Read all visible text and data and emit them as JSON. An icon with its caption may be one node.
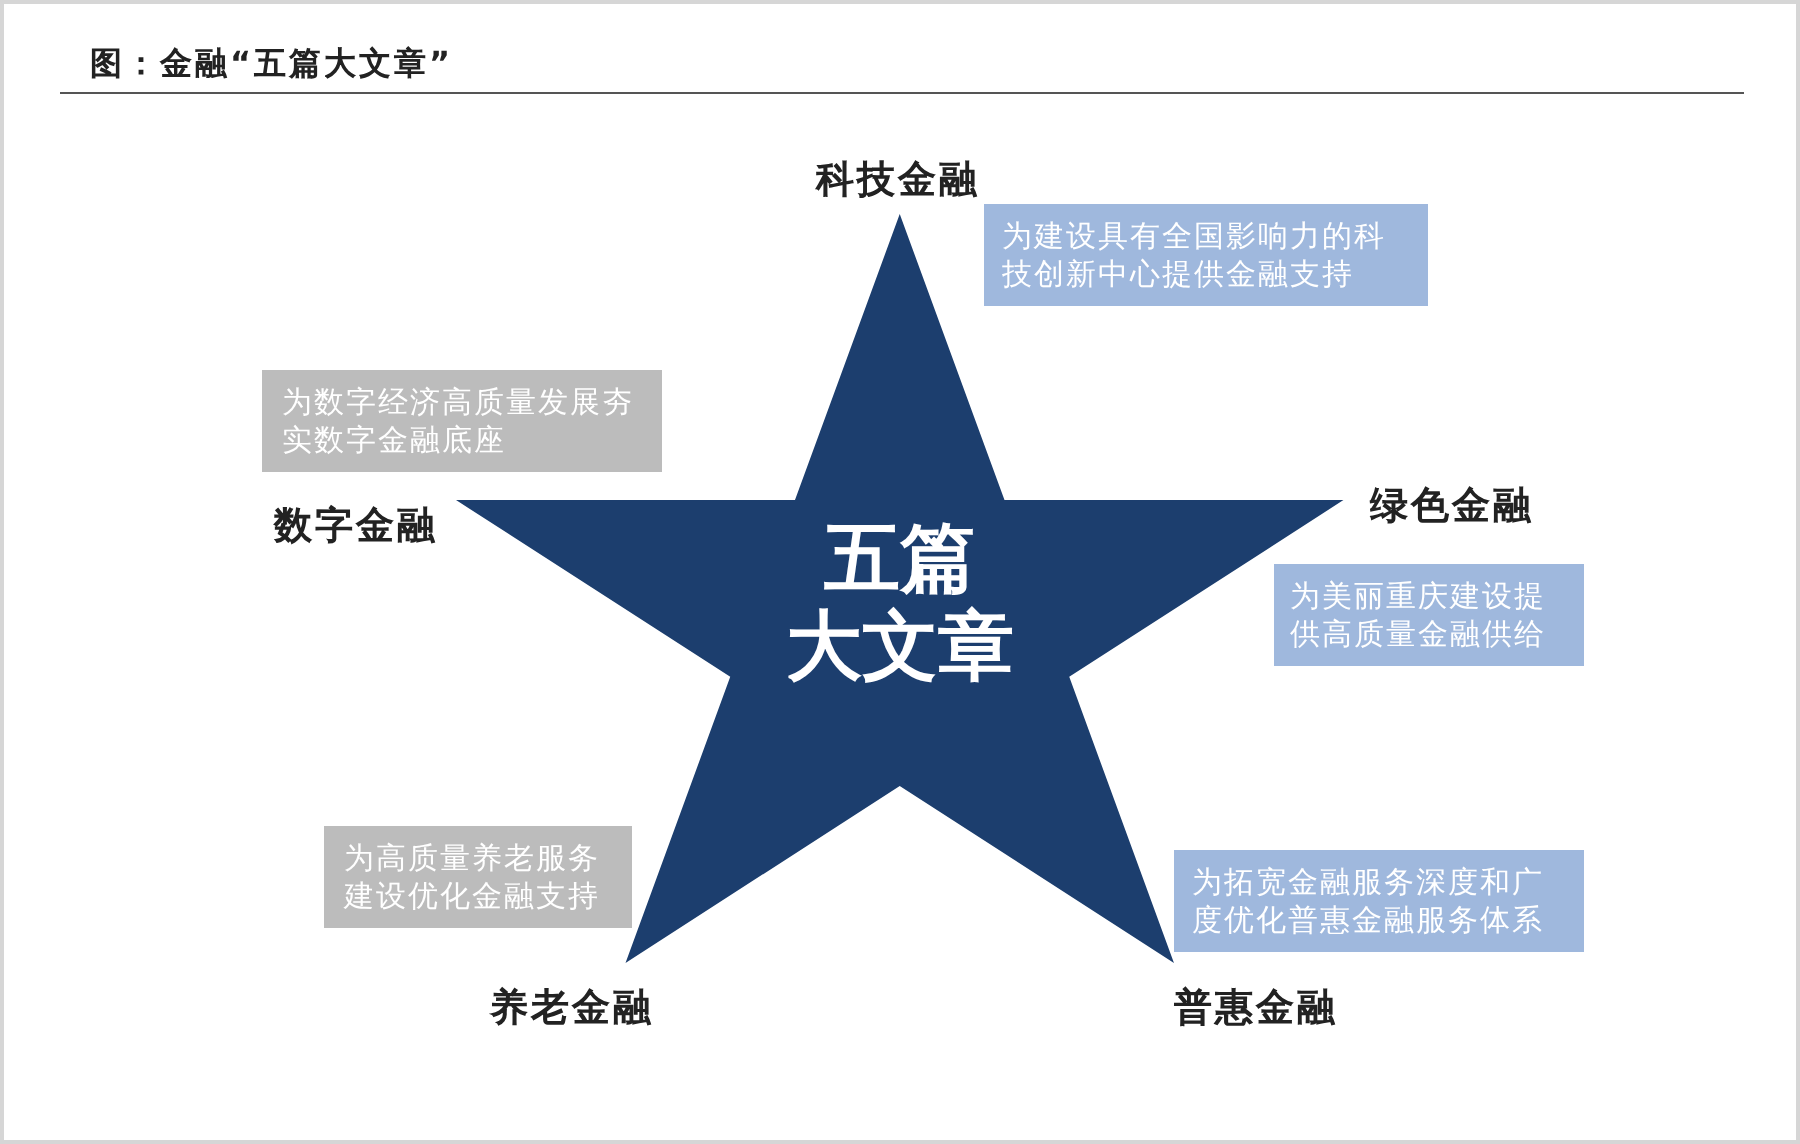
{
  "diagram": {
    "title": "图：金融“五篇大文章”",
    "nodes": [
      {
        "text": [
          "五篇大文章"
        ]
      },
      {
        "text": [
          "为建设具有全国影响力的科技创新中心提供金融支持"
        ]
      },
      {
        "text": [
          "为数字经济高质量发展夯实数字金融底座"
        ]
      },
      {
        "text": [
          "为美丽重庆建设提供高质量金融供给"
        ]
      },
      {
        "text": [
          "为高质量养老服务建设优化金融支持"
        ]
      },
      {
        "text": [
          "为拓宽金融服务深度和广度优化普惠金融服务体系"
        ]
      }
    ],
    "labels": [
      "科技金融",
      "数字金融",
      "绿色金融",
      "养老金融",
      "普惠金融"
    ]
  }
}
